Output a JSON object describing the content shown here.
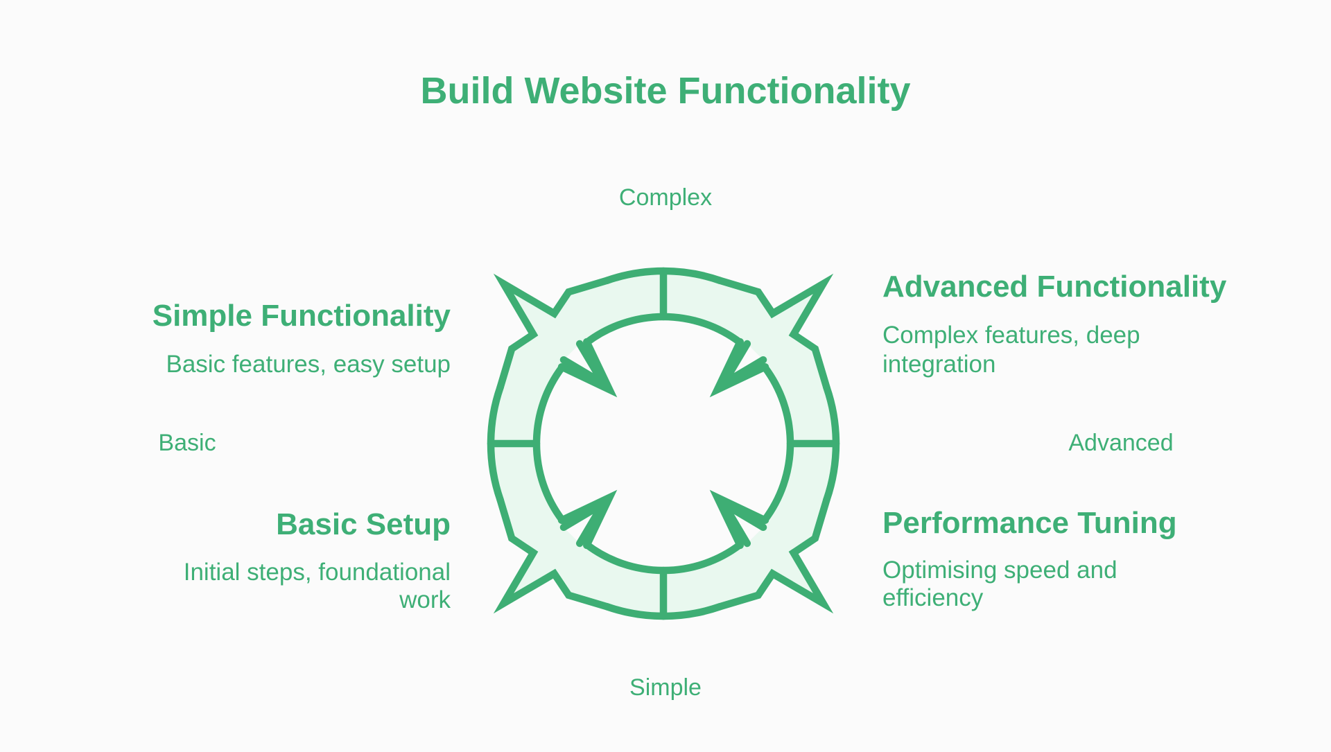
{
  "title": "Build Website Functionality",
  "axis": {
    "top": "Complex",
    "bottom": "Simple",
    "left": "Basic",
    "right": "Advanced"
  },
  "quadrants": [
    {
      "position": "top-left",
      "heading": "Simple Functionality",
      "lines": [
        "Basic features, easy setup"
      ]
    },
    {
      "position": "top-right",
      "heading": "Advanced Functionality",
      "lines": [
        "Complex features, deep",
        "integration"
      ]
    },
    {
      "position": "bottom-left",
      "heading": "Basic Setup",
      "lines": [
        "Initial steps, foundational",
        "work"
      ]
    },
    {
      "position": "bottom-right",
      "heading": "Performance Tuning",
      "lines": [
        "Optimising speed and",
        "efficiency"
      ]
    }
  ],
  "diagram": {
    "icon": "cycle-arrows-icon",
    "segments": 4,
    "divider_positions": [
      "top",
      "right",
      "bottom",
      "left"
    ],
    "arrow_positions": [
      "top-left",
      "top-right",
      "bottom-right",
      "bottom-left"
    ]
  },
  "colors": {
    "accent_text": "#3EAF76",
    "shape_stroke": "#3EAE74",
    "shape_fill": "#E9F8EF",
    "background": "#FBFBFB"
  }
}
